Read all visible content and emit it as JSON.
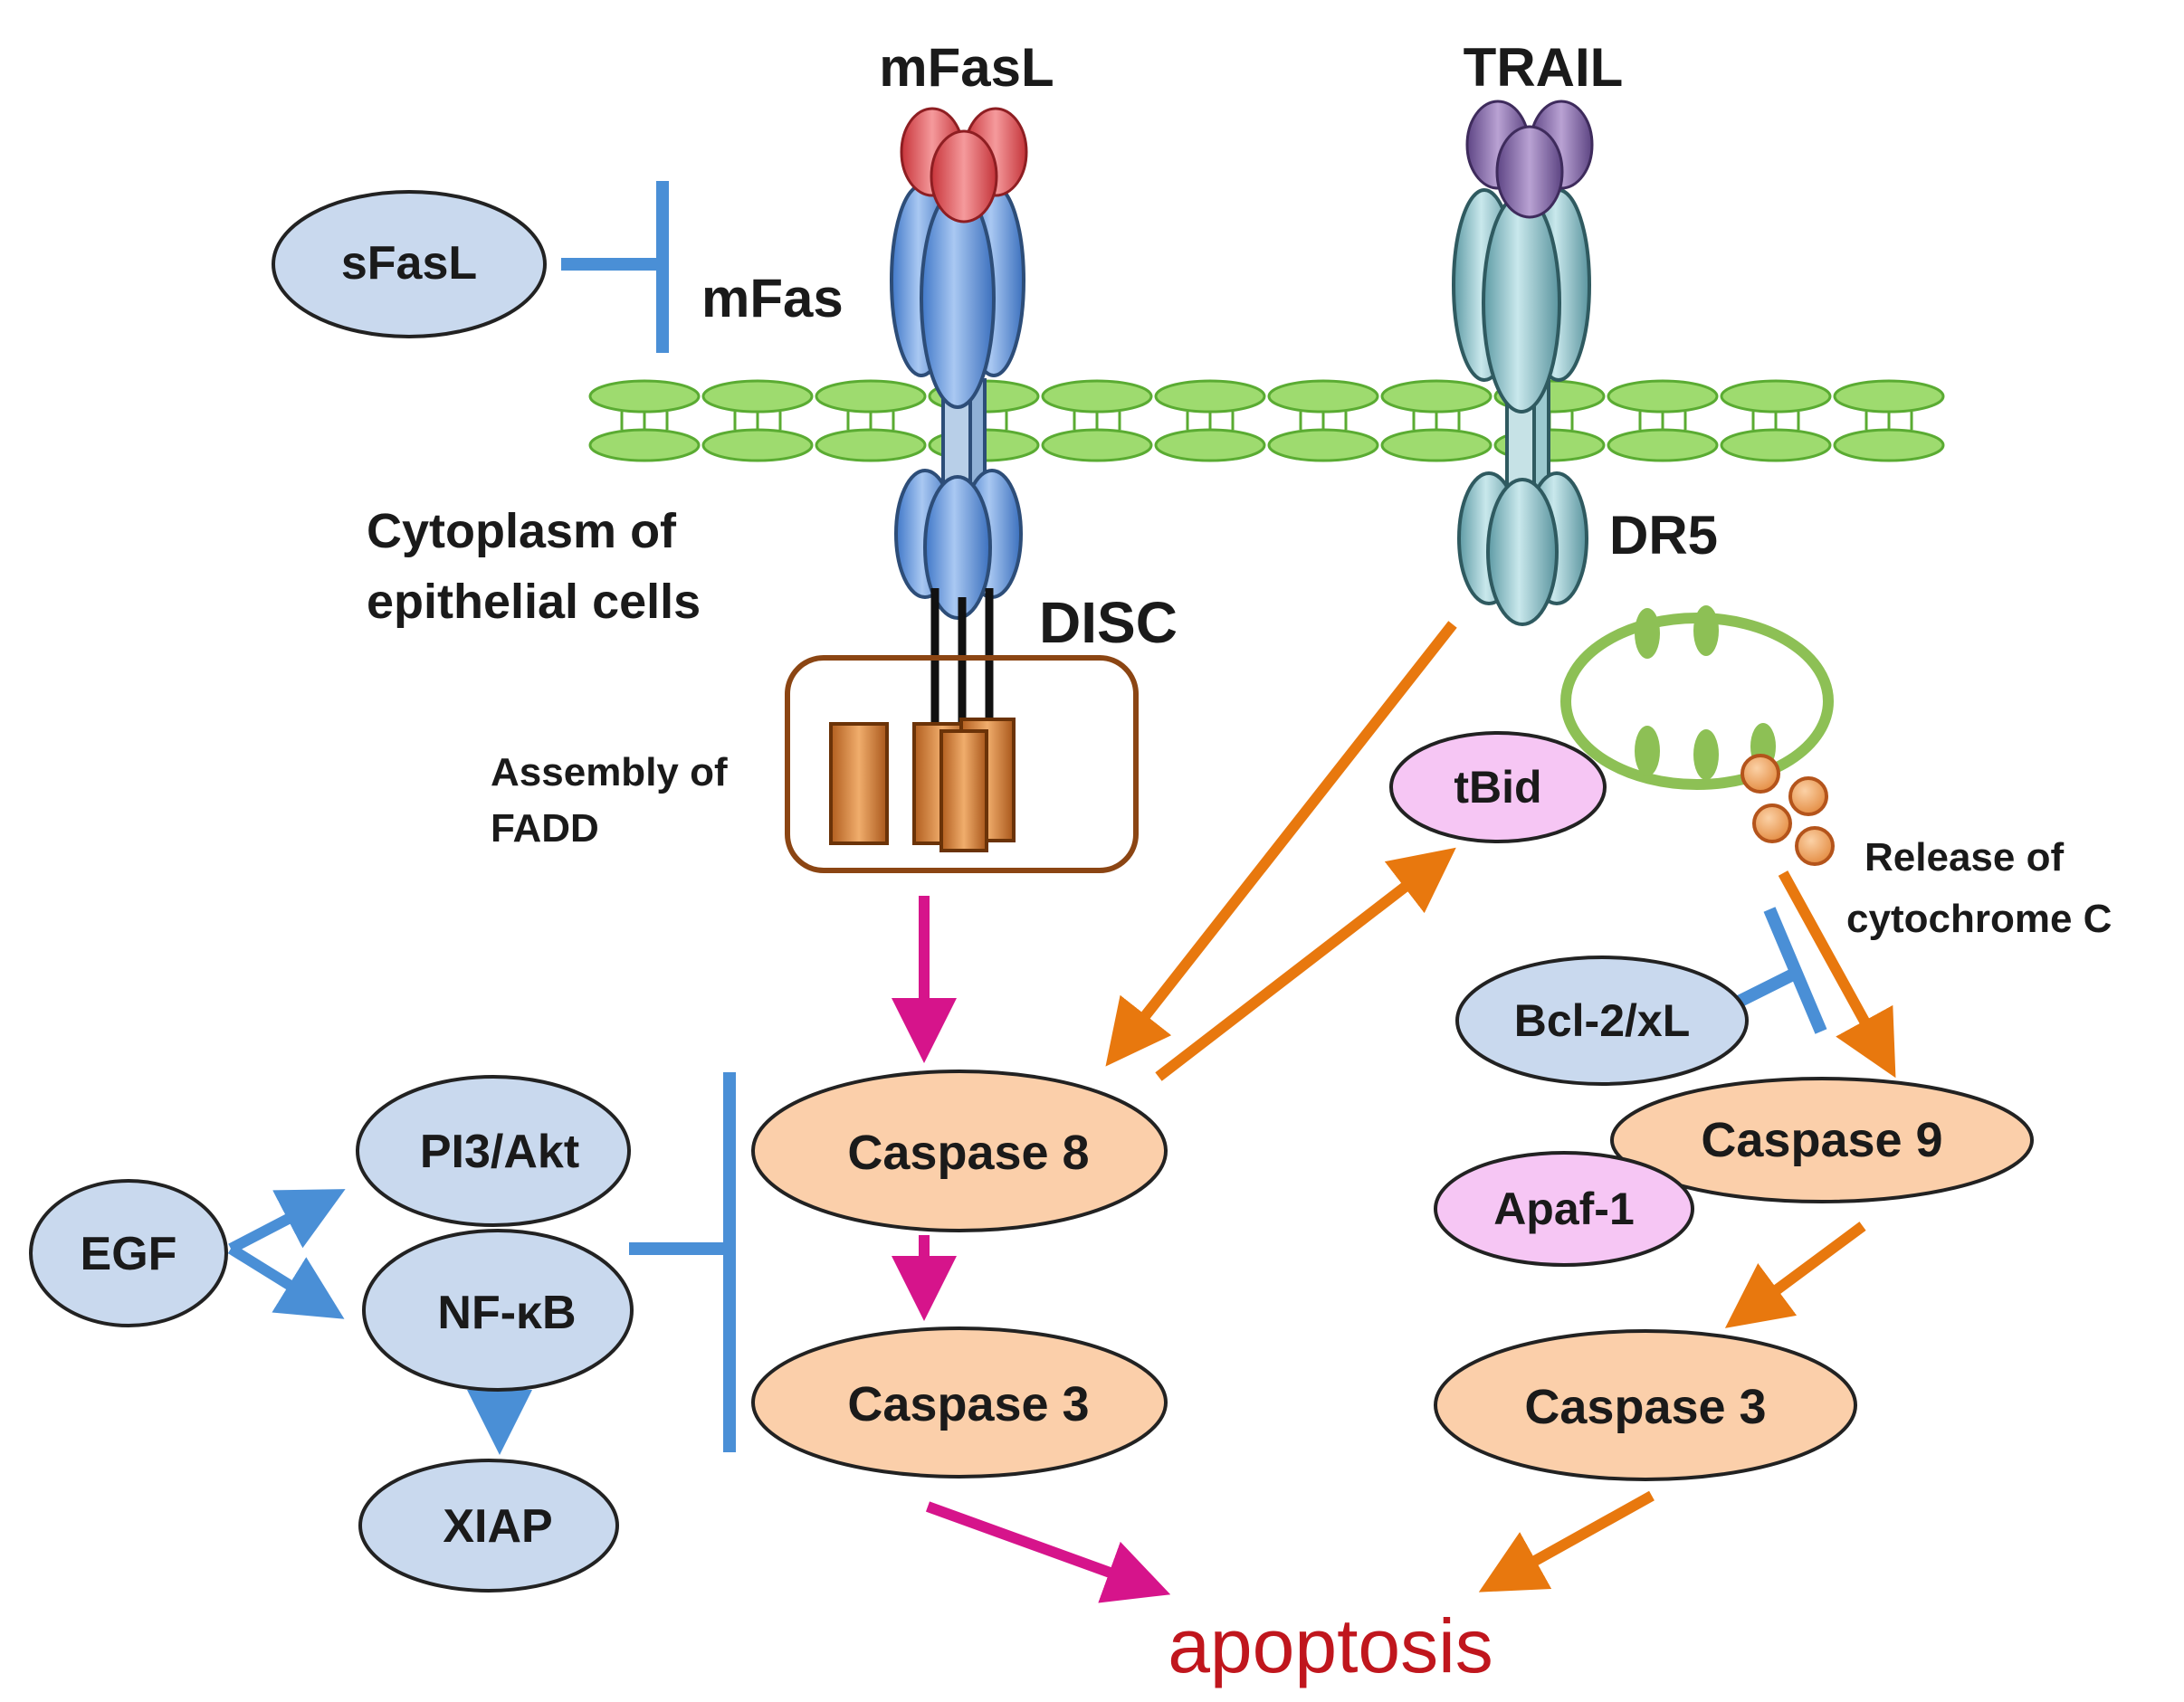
{
  "labels": {
    "mfasl": "mFasL",
    "trail": "TRAIL",
    "sfasl": "sFasL",
    "mfas": "mFas",
    "cytoplasm_line1": "Cytoplasm of",
    "cytoplasm_line2": "epithelial cells",
    "dr5": "DR5",
    "disc": "DISC",
    "fadd_line1": "Assembly of",
    "fadd_line2": "FADD",
    "tbid": "tBid",
    "release_line1": "Release of",
    "release_line2": "cytochrome C",
    "bcl2": "Bcl-2/xL",
    "caspase8": "Caspase 8",
    "caspase9": "Caspase 9",
    "apaf1": "Apaf-1",
    "pi3akt": "PI3/Akt",
    "egf": "EGF",
    "nfkb": "NF-κB",
    "caspase3_left": "Caspase 3",
    "caspase3_right": "Caspase 3",
    "xiap": "XIAP",
    "apoptosis": "apoptosis"
  },
  "colors": {
    "blue_node": "#c9d9ee",
    "orange_node": "#fbcfaa",
    "pink_node": "#f6c6f4",
    "membrane": "#9edb6f",
    "membrane_stroke": "#5aab32",
    "blue_arrow": "#4a8fd6",
    "orange_arrow": "#e8780e",
    "magenta_arrow": "#d6148b",
    "fadd_box": "#8b4513",
    "fadd_block": "#d9833e",
    "mitochondrion": "#8dc055",
    "cytochrome": "#f2a766",
    "apoptosis_text": "#c0161d",
    "fasl_red": "#e0575a",
    "trail_purple": "#8a6ca8",
    "fas_blue": "#6f9fe0",
    "dr5_teal": "#8ec4cc"
  }
}
